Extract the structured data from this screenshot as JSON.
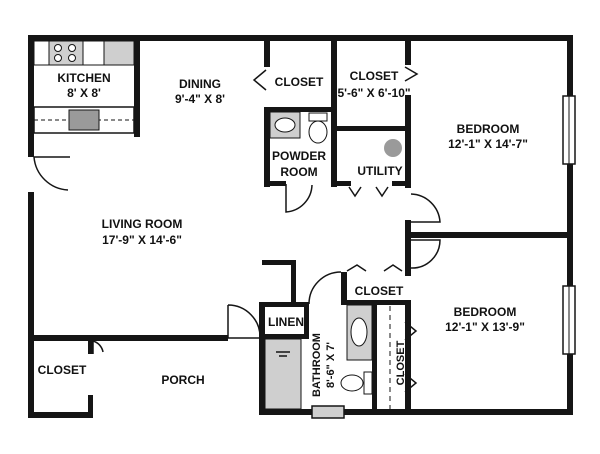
{
  "colors": {
    "wall": "#151515",
    "fixture_gray": "#b9b9b9",
    "fixture_dark": "#8a8a8a",
    "background": "#ffffff"
  },
  "rooms": {
    "kitchen": {
      "name": "KITCHEN",
      "size": "8' X 8'"
    },
    "dining": {
      "name": "DINING",
      "size": "9'-4\" X 8'"
    },
    "living": {
      "name": "LIVING ROOM",
      "size": "17'-9\" X 14'-6\""
    },
    "closet_dining": {
      "name": "CLOSET"
    },
    "closet_top": {
      "name": "CLOSET",
      "size": "5'-6\" X 6'-10\""
    },
    "powder": {
      "line1": "POWDER",
      "line2": "ROOM"
    },
    "utility": {
      "name": "UTILITY"
    },
    "bedroom1": {
      "name": "BEDROOM",
      "size": "12'-1\" X 14'-7\""
    },
    "bedroom2": {
      "name": "BEDROOM",
      "size": "12'-1\" X 13'-9\""
    },
    "closet_mid": {
      "name": "CLOSET"
    },
    "closet_bed2": {
      "name": "CLOSET"
    },
    "linen": {
      "name": "LINEN"
    },
    "bathroom": {
      "name": "BATHROOM",
      "size": "8'-6\" X 7'"
    },
    "closet_porch": {
      "name": "CLOSET"
    },
    "porch": {
      "name": "PORCH"
    }
  }
}
